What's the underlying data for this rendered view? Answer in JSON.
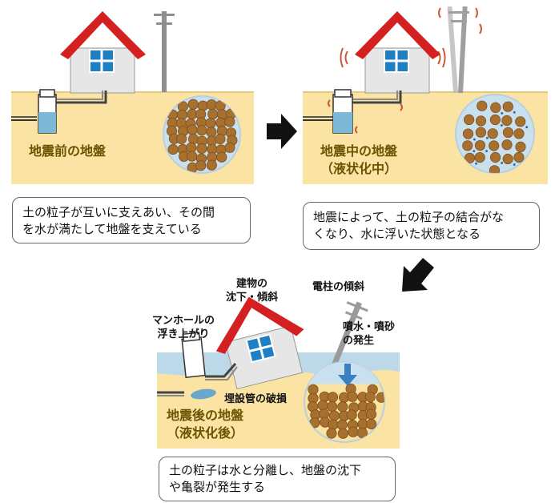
{
  "panels": {
    "before": {
      "soil_label": "地震前の地盤",
      "caption_lines": [
        "土の粒子が互いに支えあい、その間",
        "を水が満たして地盤を支えている"
      ]
    },
    "during": {
      "soil_label_lines": [
        "地震中の地盤",
        "（液状化中）"
      ],
      "caption_lines": [
        "地震によって、土の粒子の結合がな",
        "くなり、水に浮いた状態となる"
      ]
    },
    "after": {
      "soil_label_lines": [
        "地震後の地盤",
        "（液状化後）"
      ],
      "callouts": {
        "building": [
          "建物の",
          "沈下・傾斜"
        ],
        "pole": "電柱の傾斜",
        "manhole": [
          "マンホールの",
          "浮き上がり"
        ],
        "sand_boil": [
          "噴水・噴砂",
          "の発生"
        ],
        "pipe": "埋設管の破損"
      },
      "caption_lines": [
        "土の粒子は水と分離し、地盤の沈下",
        "や亀裂が発生する"
      ]
    }
  },
  "colors": {
    "ground": "#fbe3a3",
    "water": "#bcd9ea",
    "roof": "#d42020",
    "wall": "#e6e6e6",
    "window": "#1f7fc4",
    "particle": "#a8702f",
    "arrow": "#111111"
  }
}
